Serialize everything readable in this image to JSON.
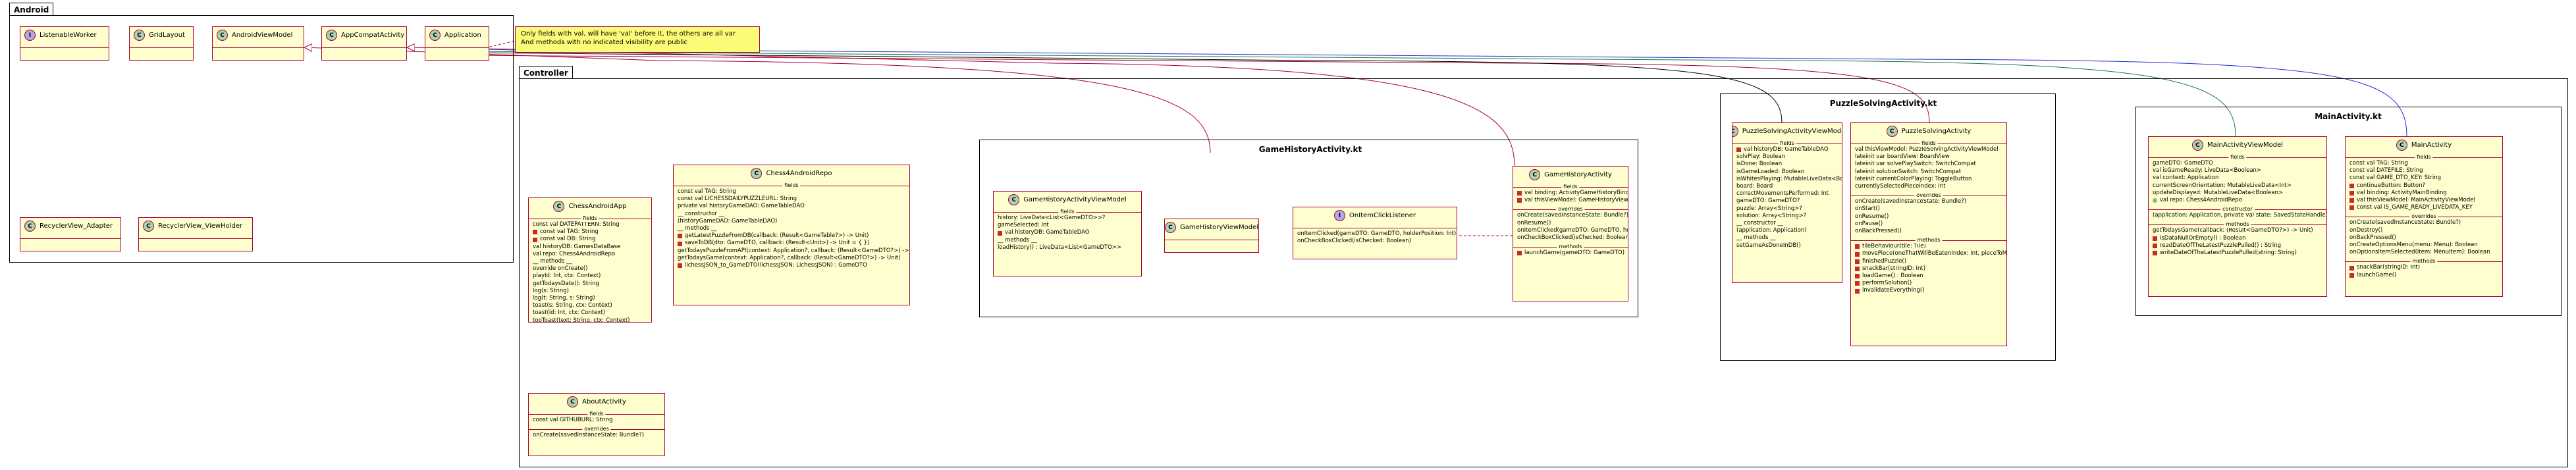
{
  "android_package": {
    "name": "Android",
    "classes": {
      "listenable_worker": "ListenableWorker",
      "grid_layout": "GridLayout",
      "android_view_model": "AndroidViewModel",
      "app_compat_activity": "AppCompatActivity",
      "application": "Application",
      "recycler_view_adapter": "RecyclerView_Adapter",
      "recycler_view_view_holder": "RecyclerView_ViewHolder"
    },
    "badges": {
      "class": "C",
      "interface": "I"
    }
  },
  "note": {
    "lines": [
      "Only fields with val, will have 'val' before it, the others are all var",
      "And methods with no indicated visibility are public"
    ]
  },
  "controller_package": {
    "name": "Controller",
    "chess_android_app": {
      "name": "ChessAndroidApp",
      "fields_label": "fields",
      "fields": [
        {
          "vis": "",
          "text": "const val DATEPATTERN: String"
        },
        {
          "vis": "pri",
          "text": "const val TAG: String"
        },
        {
          "vis": "pri",
          "text": "const val DB: String"
        },
        {
          "vis": "",
          "text": "val historyDB: GamesDataBase"
        },
        {
          "vis": "",
          "text": "val repo: Chess4AndroidRepo"
        },
        {
          "vis": "",
          "text": "__ methods __"
        },
        {
          "vis": "",
          "text": "override onCreate()"
        },
        {
          "vis": "",
          "text": "playId: Int, ctx: Context)"
        },
        {
          "vis": "",
          "text": "getTodaysDate(): String"
        },
        {
          "vis": "",
          "text": "log(s: String)"
        },
        {
          "vis": "",
          "text": "log(t: String, s: String)"
        },
        {
          "vis": "",
          "text": "toast(s: String, ctx: Context)"
        },
        {
          "vis": "",
          "text": "toast(id: Int, ctx: Context)"
        },
        {
          "vis": "",
          "text": "topToast(text: String, ctx: Context)"
        }
      ]
    },
    "chess_android_repo": {
      "name": "Chess4AndroidRepo",
      "fields_label": "fields",
      "fields": [
        {
          "vis": "",
          "text": "const val TAG: String"
        },
        {
          "vis": "",
          "text": "const val LICHESSDAILYPUZZLEURL: String"
        },
        {
          "vis": "",
          "text": "private val historyGameDAO: GameTableDAO"
        },
        {
          "vis": "",
          "text": "__ constructor __"
        },
        {
          "vis": "",
          "text": "(historyGameDAO: GameTableDAO)"
        },
        {
          "vis": "",
          "text": "__ methods __"
        },
        {
          "vis": "pri",
          "text": "getLatestPuzzleFromDB(callback: (Result<GameTable?>) -> Unit)"
        },
        {
          "vis": "pri",
          "text": "saveToDB(dto: GameDTO, callback: (Result<Unit>) -> Unit = { })"
        },
        {
          "vis": "",
          "text": "getTodaysPuzzleFromAPI(context: Application?, callback: (Result<GameDTO?>) -> Unit)"
        },
        {
          "vis": "",
          "text": "getTodaysGame(context: Application?, callback: (Result<GameDTO?>) -> Unit)"
        },
        {
          "vis": "pri",
          "text": "lichessJSON_to_GameDTO(lichessJSON: LichessJSON) : GameDTO"
        }
      ]
    },
    "about_activity": {
      "name": "AboutActivity",
      "fields_label": "fields",
      "fields": [
        {
          "vis": "",
          "text": "const val GITHUBURL: String"
        }
      ],
      "overrides_label": "overrides",
      "overrides": [
        {
          "vis": "",
          "text": "onCreate(savedInstanceState: Bundle?)"
        }
      ]
    }
  },
  "game_history_package": {
    "name": "GameHistoryActivity.kt",
    "view_model": {
      "name": "GameHistoryActivityViewModel",
      "fields_label": "fields",
      "fields": [
        {
          "vis": "",
          "text": "history: LiveData<List<GameDTO>>?"
        },
        {
          "vis": "",
          "text": "gameSelected: Int"
        },
        {
          "vis": "pri",
          "text": "val historyDB: GameTableDAO"
        },
        {
          "vis": "",
          "text": "__ methods __"
        },
        {
          "vis": "",
          "text": "loadHistory() : LiveData<List<GameDTO>>"
        }
      ]
    },
    "view_model_ref": {
      "name": "GameHistoryViewModel"
    },
    "on_item_click_listener": {
      "name": "OnItemClickListener",
      "members": [
        {
          "vis": "",
          "text": "onItemClicked(gameDTO: GameDTO, holderPosition: Int)"
        },
        {
          "vis": "",
          "text": "onCheckBoxClicked(isChecked: Boolean)"
        }
      ]
    },
    "activity": {
      "name": "GameHistoryActivity",
      "fields_label": "fields",
      "fields": [
        {
          "vis": "pri",
          "text": "val binding: ActivityGameHistoryBinding"
        },
        {
          "vis": "pri",
          "text": "val thisViewModel: GameHistoryViewModel"
        }
      ],
      "overrides_label": "overrides",
      "overrides": [
        {
          "vis": "",
          "text": "onCreate(savedInstanceState: Bundle?)"
        },
        {
          "vis": "",
          "text": "onResume()"
        },
        {
          "vis": "",
          "text": "onItemClicked(gameDTO: GameDTO, holderPosition: Int)"
        },
        {
          "vis": "",
          "text": "onCheckBoxClicked(isChecked: Boolean)"
        }
      ],
      "methods_label": "methods",
      "methods": [
        {
          "vis": "pri",
          "text": "launchGame(gameDTO: GameDTO)"
        }
      ]
    }
  },
  "puzzle_solving_package": {
    "name": "PuzzleSolvingActivity.kt",
    "view_model": {
      "name": "PuzzleSolvingActivityViewModel",
      "fields_label": "fields",
      "fields": [
        {
          "vis": "pri",
          "text": "val historyDB: GameTableDAO"
        },
        {
          "vis": "",
          "text": "solvPlay: Boolean"
        },
        {
          "vis": "",
          "text": "isDone: Boolean"
        },
        {
          "vis": "",
          "text": "isGameLoaded: Boolean"
        },
        {
          "vis": "",
          "text": "isWhitesPlaying: MutableLiveData<Boolean>"
        },
        {
          "vis": "",
          "text": "board: Board"
        },
        {
          "vis": "",
          "text": "correctMovementsPerformed: Int"
        },
        {
          "vis": "",
          "text": "gameDTO: GameDTO?"
        },
        {
          "vis": "",
          "text": "puzzle: Array<String>?"
        },
        {
          "vis": "",
          "text": "solution: Array<String>?"
        },
        {
          "vis": "",
          "text": "__ constructor __"
        },
        {
          "vis": "",
          "text": "(application: Application)"
        },
        {
          "vis": "",
          "text": "__ methods __"
        },
        {
          "vis": "",
          "text": "setGameAsDoneInDB()"
        }
      ]
    },
    "activity": {
      "name": "PuzzleSolvingActivity",
      "fields_label": "fields",
      "fields": [
        {
          "vis": "",
          "text": "val thisViewModel: PuzzleSolvingActivityViewModel"
        },
        {
          "vis": "",
          "text": "lateinit var boardView: BoardView"
        },
        {
          "vis": "",
          "text": "lateinit var solvePlaySwitch: SwitchCompat"
        },
        {
          "vis": "",
          "text": "lateinit solutionSwitch: SwitchCompat"
        },
        {
          "vis": "",
          "text": "lateinit currentColorPlaying: ToggleButton"
        },
        {
          "vis": "",
          "text": "currentlySelectedPieceIndex: Int"
        }
      ],
      "overrides_label": "overrides",
      "overrides": [
        {
          "vis": "",
          "text": "onCreate(savedInstanceState: Bundle?)"
        },
        {
          "vis": "",
          "text": "onStart()"
        },
        {
          "vis": "",
          "text": "onResume()"
        },
        {
          "vis": "",
          "text": "onPause()"
        },
        {
          "vis": "",
          "text": "onBackPressed()"
        }
      ],
      "methods_label": "methods",
      "methods": [
        {
          "vis": "pri",
          "text": "tileBehaviour(tile: Tile)"
        },
        {
          "vis": "pri",
          "text": "movePiece(oneThatWillBeEatenIndex: Int, pieceToMove: Piece)"
        },
        {
          "vis": "pri",
          "text": "finishedPuzzle()"
        },
        {
          "vis": "pri",
          "text": "snackBar(stringID: Int)"
        },
        {
          "vis": "pri",
          "text": "loadGame() : Boolean"
        },
        {
          "vis": "pri",
          "text": "performSolution()"
        },
        {
          "vis": "pri",
          "text": "invalidateEverything()"
        }
      ]
    }
  },
  "main_activity_package": {
    "name": "MainActivity.kt",
    "view_model": {
      "name": "MainActivityViewModel",
      "fields_label": "fields",
      "fields": [
        {
          "vis": "",
          "text": "gameDTO: GameDTO"
        },
        {
          "vis": "",
          "text": "val isGameReady: LiveData<Boolean>"
        },
        {
          "vis": "",
          "text": "val context: Application"
        },
        {
          "vis": "",
          "text": "currentScreenOrientation: MutableLiveData<Int>"
        },
        {
          "vis": "",
          "text": "updateDisplayed: MutableLiveData<Boolean>"
        },
        {
          "vis": "pub",
          "text": "val repo: Chess4AndroidRepo"
        }
      ],
      "constructor_label": "constructor",
      "constructor": [
        {
          "vis": "",
          "text": "(application: Application, private val state: SavedStateHandle)"
        }
      ],
      "methods_label": "methods",
      "methods": [
        {
          "vis": "",
          "text": "getTodaysGame(callback: (Result<GameDTO?>) -> Unit)"
        },
        {
          "vis": "pri",
          "text": "isDataNullOrEmpty() : Boolean"
        },
        {
          "vis": "pri",
          "text": "readDateOfTheLatestPuzzlePulled() : String"
        },
        {
          "vis": "pri",
          "text": "writeDateOfTheLatestPuzzlePulled(string: String)"
        }
      ]
    },
    "activity": {
      "name": "MainActivity",
      "fields_label": "fields",
      "fields": [
        {
          "vis": "",
          "text": "const val TAG: String"
        },
        {
          "vis": "",
          "text": "const val DATEFILE: String"
        },
        {
          "vis": "",
          "text": "const val GAME_DTO_KEY: String"
        },
        {
          "vis": "pri",
          "text": "continueButton: Button?"
        },
        {
          "vis": "pri",
          "text": "val binding: ActivityMainBinding"
        },
        {
          "vis": "pri",
          "text": "val thisViewModel: MainActivityViewModel"
        },
        {
          "vis": "pri",
          "text": "const val IS_GAME_READY_LIVEDATA_KEY"
        }
      ],
      "overrides_label": "overrides",
      "overrides": [
        {
          "vis": "",
          "text": "onCreate(savedInstanceState: Bundle?)"
        },
        {
          "vis": "",
          "text": "onDestroy()"
        },
        {
          "vis": "",
          "text": "onBackPressed()"
        },
        {
          "vis": "",
          "text": "onCreateOptionsMenu(menu: Menu): Boolean"
        },
        {
          "vis": "",
          "text": "onOptionsItemSelected(item: MenuItem): Boolean"
        }
      ],
      "methods_label": "methods",
      "methods": [
        {
          "vis": "pri",
          "text": "snackBar(stringID: Int)"
        },
        {
          "vis": "pri",
          "text": "launchGame()"
        }
      ]
    }
  },
  "colors": {
    "class_fill": "#fefece",
    "class_border": "#a80036",
    "note_fill": "#fbfb77",
    "badge_class": "#add1b2",
    "badge_interface": "#b4a7e5",
    "private_marker": "#c82930",
    "public_marker": "#84be84",
    "edge_red": "#a80036",
    "edge_black": "#000000",
    "edge_green": "#1a7a3a",
    "edge_blue": "#1f2fd8"
  }
}
